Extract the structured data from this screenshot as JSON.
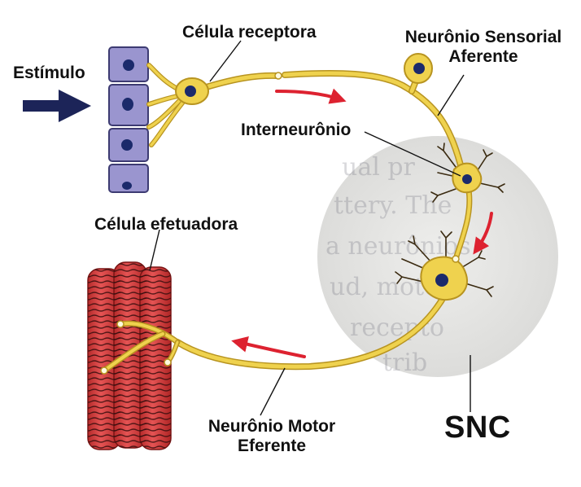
{
  "labels": {
    "stimulus": "Estímulo",
    "receptor_cell": "Célula receptora",
    "sensory_neuron_line1": "Neurônio Sensorial",
    "sensory_neuron_line2": "Aferente",
    "interneuron": "Interneurônio",
    "effector_cell": "Célula efetuadora",
    "motor_neuron_line1": "Neurônio Motor",
    "motor_neuron_line2": "Eferente",
    "cns": "SNC"
  },
  "colors": {
    "axon": "#efd24e",
    "axon_outline": "#b89420",
    "nucleus": "#1b2a6b",
    "epithelium": "#9a95cf",
    "muscle": "#d8403f",
    "muscle_stripes": "#3a0e0e",
    "arrow_red": "#dd2230",
    "arrow_navy": "#1c2458",
    "cns_disc": "#e3e3e1"
  },
  "icons": {
    "stimulus_arrow": "arrow-right-icon",
    "direction_arrows": "curved-arrow-icon"
  }
}
